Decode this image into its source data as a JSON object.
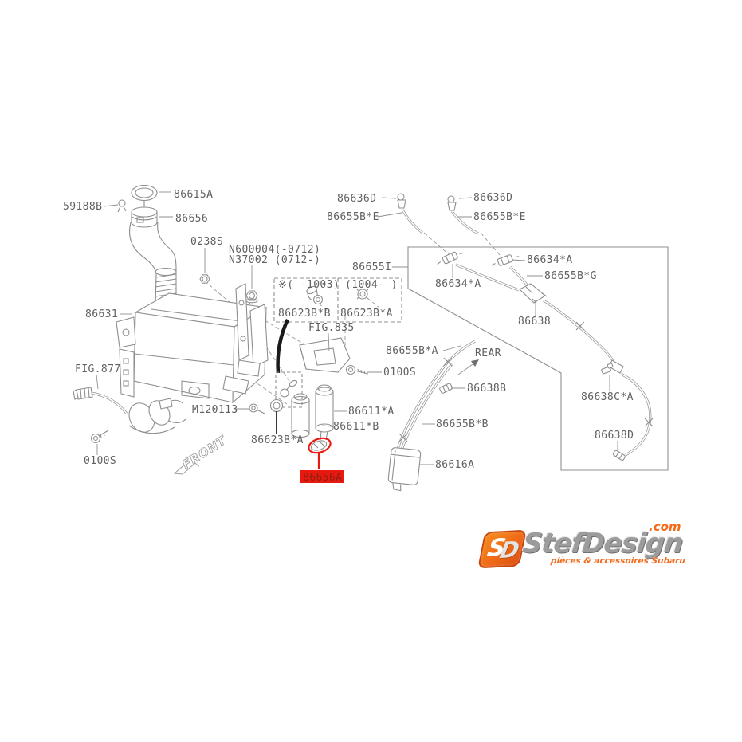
{
  "page": {
    "background": "#ffffff",
    "description": "Exploded parts diagram - windshield washer tank and hoses"
  },
  "colors": {
    "art_line": "#8f8f8f",
    "label_text": "#606060",
    "bold_line": "#1a1a1a",
    "highlight_red": "#e8190f",
    "highlight_text": "#8f1d12",
    "logo_orange": "#f26a1b",
    "logo_gray": "#9c9c9c"
  },
  "labels": [
    {
      "id": "part-86615A",
      "text": "86615A"
    },
    {
      "id": "part-59188B",
      "text": "59188B"
    },
    {
      "id": "part-86656",
      "text": "86656"
    },
    {
      "id": "part-0238S",
      "text": "0238S"
    },
    {
      "id": "note-n600004",
      "text": "N600004(-0712)"
    },
    {
      "id": "note-n37002",
      "text": "N37002 (0712-)"
    },
    {
      "id": "part-86655I",
      "text": "86655I"
    },
    {
      "id": "range-early",
      "text": "※( -1003)"
    },
    {
      "id": "range-late",
      "text": "(1004-  )"
    },
    {
      "id": "part-86623B-B",
      "text": "86623B*B"
    },
    {
      "id": "part-86623B-A-box",
      "text": "86623B*A"
    },
    {
      "id": "part-86636D-left",
      "text": "86636D"
    },
    {
      "id": "part-86636D-right",
      "text": "86636D"
    },
    {
      "id": "part-86655B-E-left",
      "text": "86655B*E"
    },
    {
      "id": "part-86655B-E-right",
      "text": "86655B*E"
    },
    {
      "id": "part-86634-A-right",
      "text": "86634*A"
    },
    {
      "id": "part-86634-A-left",
      "text": "86634*A"
    },
    {
      "id": "part-86655B-G",
      "text": "86655B*G"
    },
    {
      "id": "part-86638",
      "text": "86638"
    },
    {
      "id": "part-86655B-A",
      "text": "86655B*A"
    },
    {
      "id": "marker-rear",
      "text": "REAR"
    },
    {
      "id": "part-0100S-mid",
      "text": "0100S"
    },
    {
      "id": "part-86638B",
      "text": "86638B"
    },
    {
      "id": "part-86611-A",
      "text": "86611*A"
    },
    {
      "id": "part-86611-B",
      "text": "86611*B"
    },
    {
      "id": "part-M120113",
      "text": "M120113"
    },
    {
      "id": "part-86623B-A",
      "text": "86623B*A"
    },
    {
      "id": "part-86656A-highlight",
      "text": "86656A"
    },
    {
      "id": "part-86655B-B",
      "text": "86655B*B"
    },
    {
      "id": "part-86616A",
      "text": "86616A"
    },
    {
      "id": "part-86638C-A",
      "text": "86638C*A"
    },
    {
      "id": "part-86638D",
      "text": "86638D"
    },
    {
      "id": "fig-835",
      "text": "FIG.835"
    },
    {
      "id": "fig-877",
      "text": "FIG.877"
    },
    {
      "id": "part-0100S-bottom",
      "text": "0100S"
    },
    {
      "id": "part-86631",
      "text": "86631"
    },
    {
      "id": "marker-front",
      "text": "FRONT"
    }
  ],
  "highlight": {
    "part_number": "86656A",
    "color": "#e8190f"
  },
  "logo": {
    "brand": "StefDesign",
    "tld": ".com",
    "tagline": "pièces & accessoires Subaru",
    "monogram_s": "S",
    "monogram_d": "D"
  }
}
